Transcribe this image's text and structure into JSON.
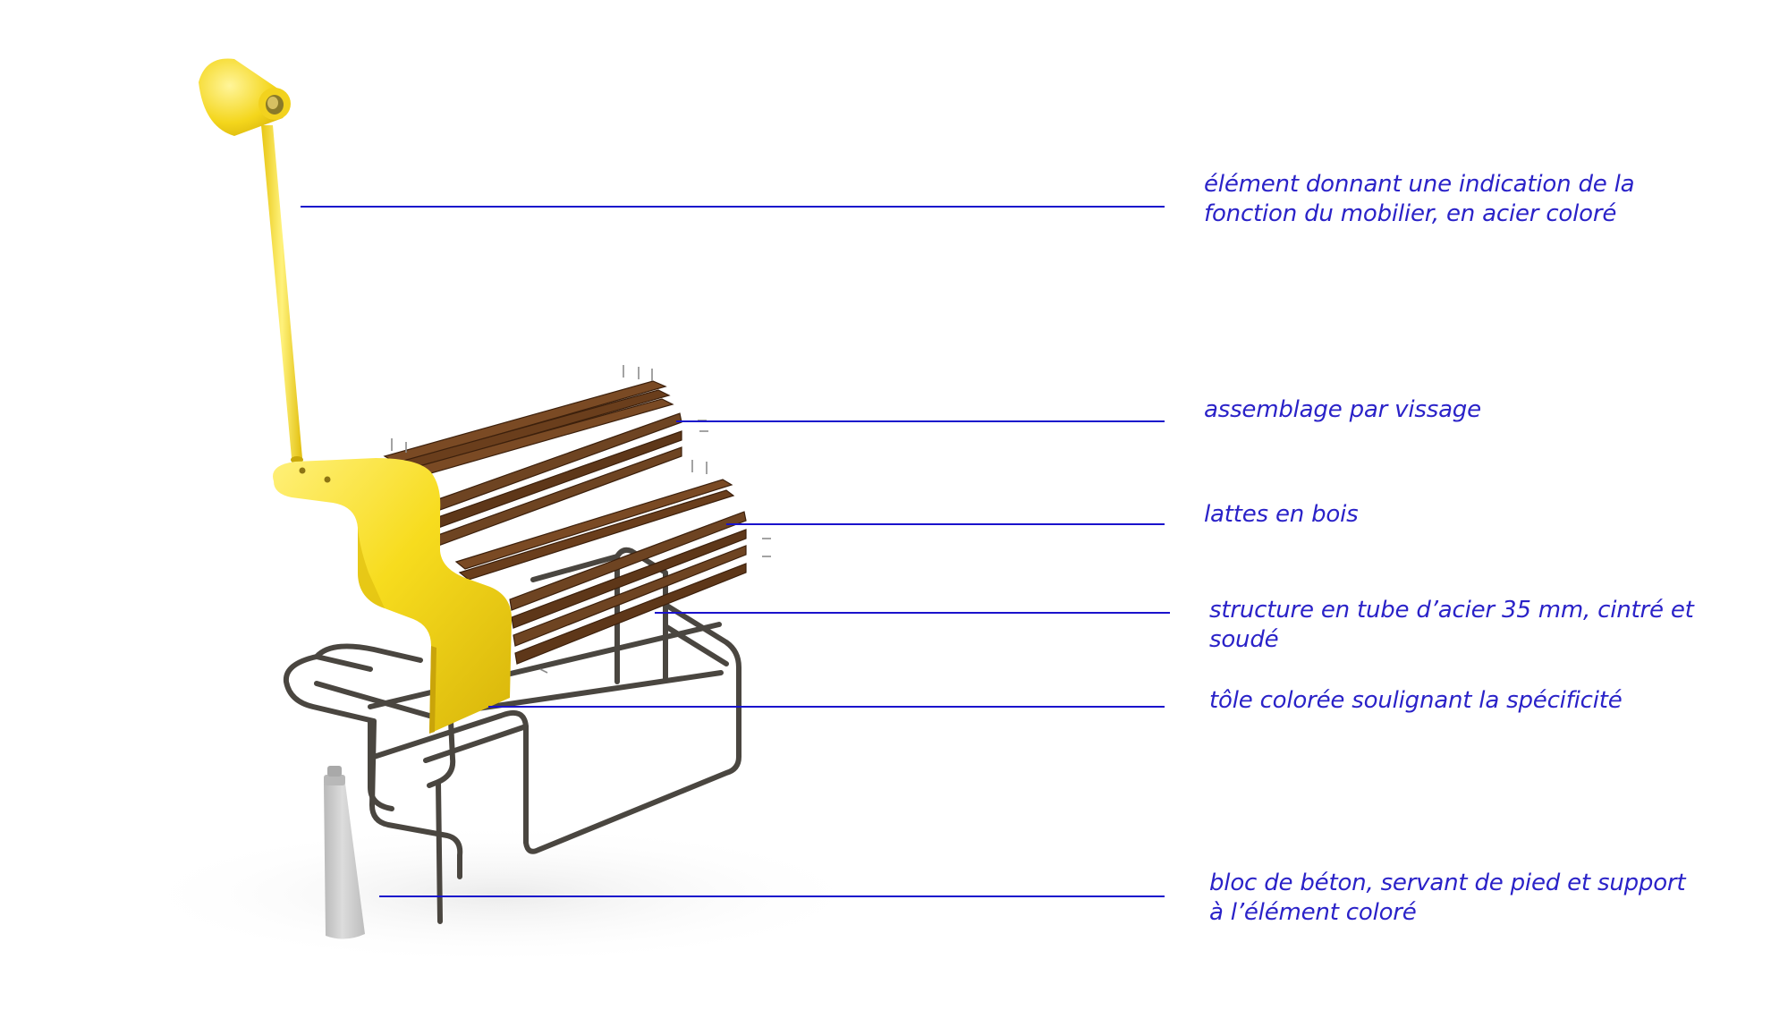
{
  "annotations": [
    {
      "id": "indicator",
      "lines": [
        "élément donnant une indication de la",
        "fonction du mobilier, en acier coloré"
      ]
    },
    {
      "id": "screws",
      "lines": [
        "assemblage par vissage"
      ]
    },
    {
      "id": "slats",
      "lines": [
        "lattes en bois"
      ]
    },
    {
      "id": "structure",
      "lines": [
        "structure en tube d’acier 35 mm, cintré et",
        "soudé"
      ]
    },
    {
      "id": "sheet",
      "lines": [
        "tôle colorée soulignant la spécificité"
      ]
    },
    {
      "id": "concrete",
      "lines": [
        "bloc de béton, servant de pied et support",
        "à l’élément coloré"
      ]
    }
  ],
  "colors": {
    "leader_line": "#1a12cc",
    "label_text": "#2a22c8",
    "yellow": "#f7dc1e",
    "yellow_shadow": "#d9b90c",
    "wood": "#6e4422",
    "wood_dark": "#4e2d13",
    "steel_tube": "#4a4640",
    "concrete": "#c8c8c8"
  }
}
